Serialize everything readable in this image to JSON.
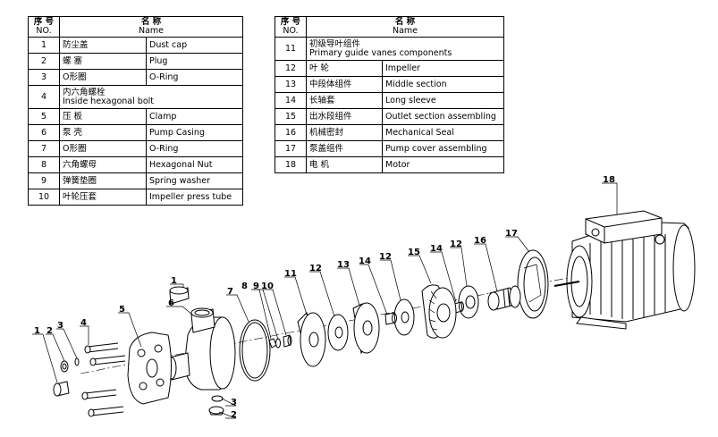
{
  "left_table": {
    "header": {
      "no_cn": "序 号",
      "no_en": "NO.",
      "name_cn": "名 称",
      "name_en": "Name"
    },
    "rows": [
      {
        "no": "1",
        "cn": "防尘盖",
        "en": "Dust cap"
      },
      {
        "no": "2",
        "cn": "螺 塞",
        "en": "Plug"
      },
      {
        "no": "3",
        "cn": "O形圈",
        "en": "O-Ring"
      },
      {
        "no": "4",
        "cn": "内六角螺栓",
        "en": "Inside hexagonal bolt"
      },
      {
        "no": "5",
        "cn": "压 板",
        "en": "Clamp"
      },
      {
        "no": "6",
        "cn": "泵 壳",
        "en": "Pump Casing"
      },
      {
        "no": "7",
        "cn": "O形圈",
        "en": "O-Ring"
      },
      {
        "no": "8",
        "cn": "六角螺母",
        "en": "Hexagonal Nut"
      },
      {
        "no": "9",
        "cn": "弹簧垫圈",
        "en": "Spring washer"
      },
      {
        "no": "10",
        "cn": "叶轮压套",
        "en": "Impeller press tube"
      }
    ]
  },
  "right_table": {
    "header": {
      "no_cn": "序 号",
      "no_en": "NO.",
      "name_cn": "名 称",
      "name_en": "Name"
    },
    "rows": [
      {
        "no": "11",
        "cn": "初级导叶组件",
        "en": "Primary guide vanes components"
      },
      {
        "no": "12",
        "cn": "叶 轮",
        "en": "Impeller"
      },
      {
        "no": "13",
        "cn": "中段体组件",
        "en": "Middle section"
      },
      {
        "no": "14",
        "cn": "长轴套",
        "en": "Long sleeve"
      },
      {
        "no": "15",
        "cn": "出水段组件",
        "en": "Outlet section assembling"
      },
      {
        "no": "16",
        "cn": "机械密封",
        "en": "Mechanical Seal"
      },
      {
        "no": "17",
        "cn": "泵盖组件",
        "en": "Pump cover assembling"
      },
      {
        "no": "18",
        "cn": "电 机",
        "en": "Motor"
      }
    ]
  },
  "callouts": {
    "c1a": "1",
    "c2a": "2",
    "c3a": "3",
    "c4": "4",
    "c5": "5",
    "c1b": "1",
    "c6": "6",
    "c7": "7",
    "c8": "8",
    "c9": "9",
    "c10": "10",
    "c11": "11",
    "c12a": "12",
    "c13": "13",
    "c14a": "14",
    "c12b": "12",
    "c15": "15",
    "c14b": "14",
    "c12c": "12",
    "c16": "16",
    "c17": "17",
    "c18": "18",
    "c3b": "3",
    "c2b": "2"
  }
}
